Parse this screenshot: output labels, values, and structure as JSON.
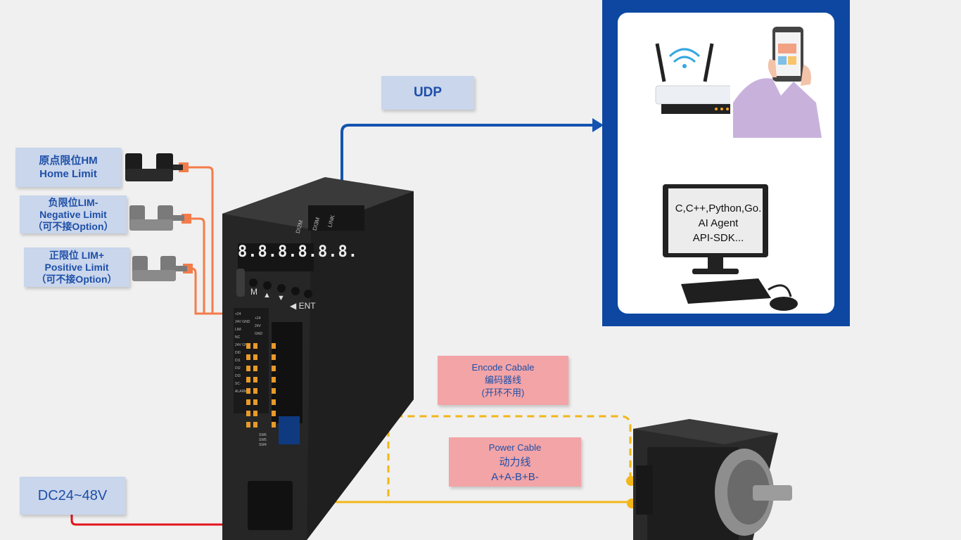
{
  "labels": {
    "udp": "UDP",
    "home_limit_cn": "原点限位HM",
    "home_limit_en": "Home Limit",
    "neg_limit_cn": "负限位LIM-",
    "neg_limit_en": "Negative Limit",
    "neg_limit_opt": "（可不接Option）",
    "pos_limit_cn": "正限位 LIM+",
    "pos_limit_en": "Positive Limit",
    "pos_limit_opt": "（可不接Option）",
    "encoder_en": "Encode Cabale",
    "encoder_cn": "编码器线",
    "encoder_note": "(开环不用)",
    "power_en": "Power Cable",
    "power_cn": "动力线",
    "power_phases": "A+A-B+B-",
    "dc_input": "DC24~48V"
  },
  "driver": {
    "display": "8.8.8.8.8.8.",
    "keys": [
      "M",
      "▲",
      "▼",
      "◀ ENT"
    ],
    "ports": [
      "DI2M",
      "DI3M",
      "LINK"
    ],
    "terminals": [
      "+24",
      "24V GND",
      "LIM-",
      "NC",
      "24V GND",
      "DI0",
      "DI1",
      "DI2",
      "DI3",
      "SC-",
      "ALARM"
    ],
    "terminals_right": [
      "+24",
      "24V GND"
    ],
    "dip_labels": [
      "SW6",
      "SW5",
      "SW4"
    ]
  },
  "computer_screen": {
    "line1": "C,C++,Python,Go.",
    "line2": "AI Agent",
    "line3": "API-SDK..."
  },
  "colors": {
    "orange_wire": "#f47c4a",
    "blue_wire": "#1454b0",
    "yellow_wire": "#f2b619",
    "red_wire": "#e3141b",
    "panel_blue": "#0d47a1"
  }
}
